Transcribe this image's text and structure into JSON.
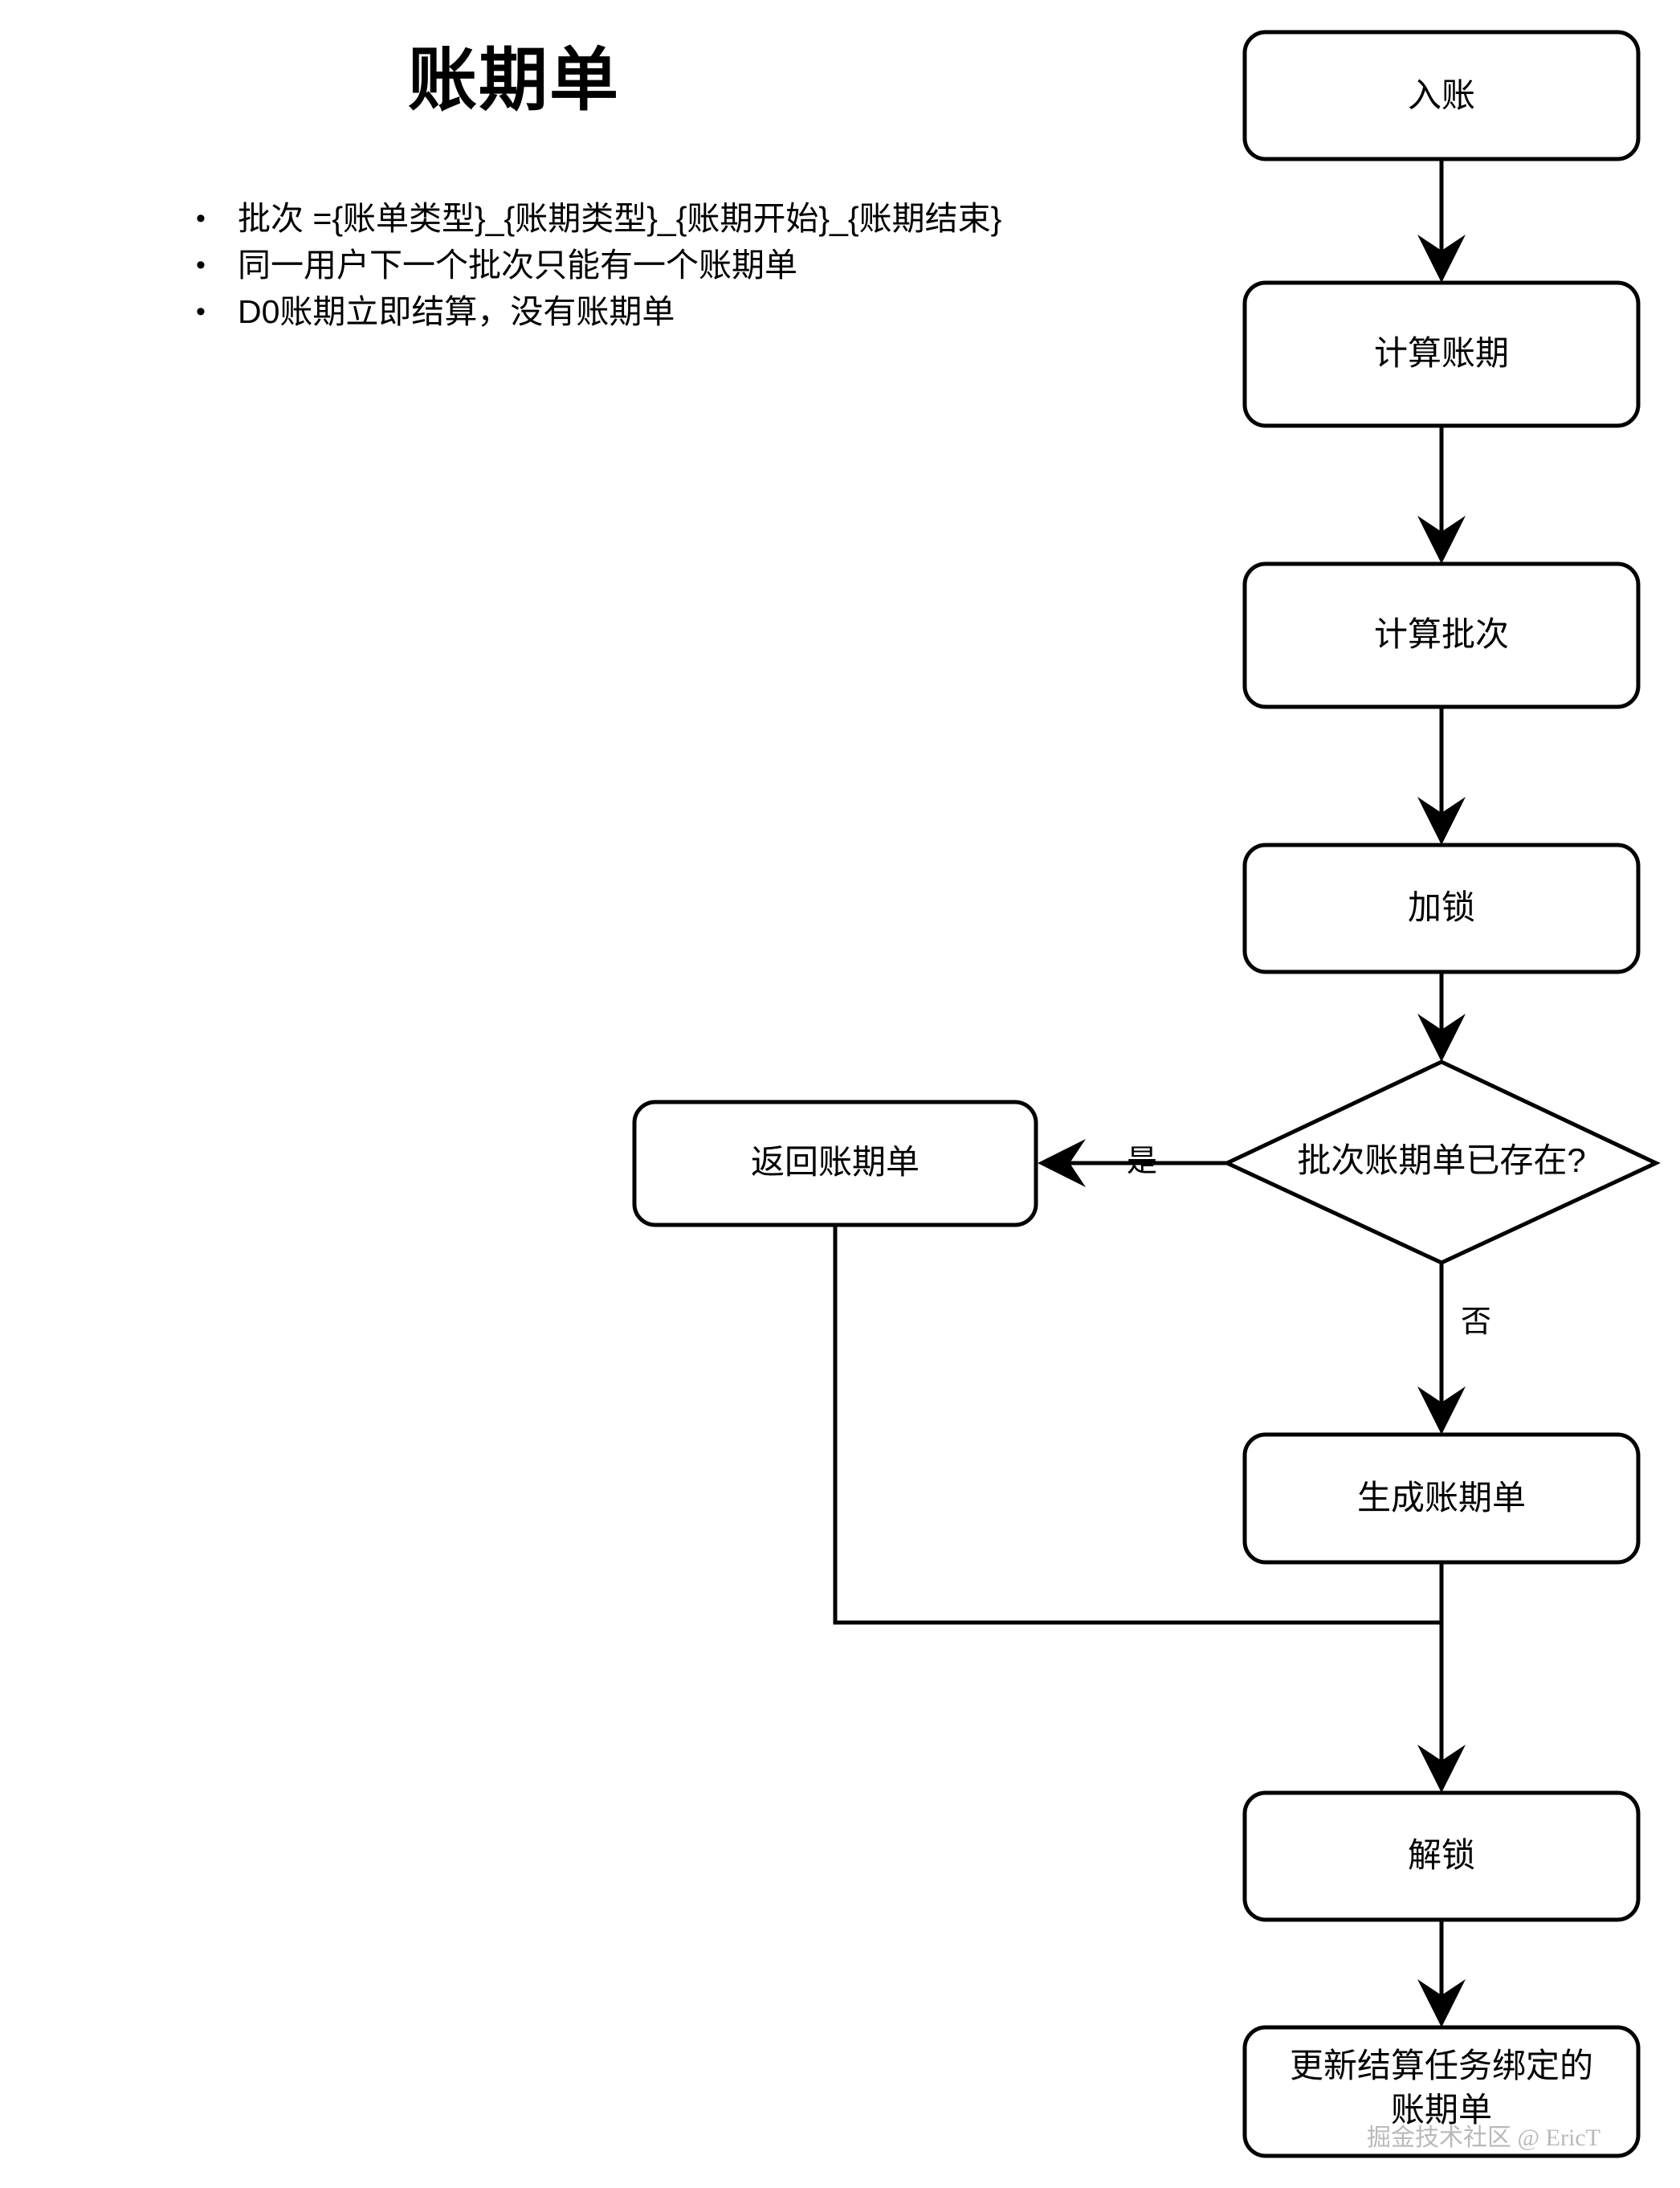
{
  "page": {
    "title": "账期单",
    "background_color": "#ffffff",
    "stroke_color": "#000000"
  },
  "notes": {
    "bullet_glyph": "•",
    "items": [
      "批次 ={账单类型}_{账期类型}_{账期开始}_{账期结束}",
      "同一用户下一个批次只能有一个账期单",
      "D0账期立即结算，没有账期单"
    ]
  },
  "flowchart": {
    "nodes": [
      {
        "id": "n1",
        "shape": "rounded-rect",
        "label": "入账"
      },
      {
        "id": "n2",
        "shape": "rounded-rect",
        "label": "计算账期"
      },
      {
        "id": "n3",
        "shape": "rounded-rect",
        "label": "计算批次"
      },
      {
        "id": "n4",
        "shape": "rounded-rect",
        "label": "加锁"
      },
      {
        "id": "d1",
        "shape": "diamond",
        "label": "批次账期单已存在?"
      },
      {
        "id": "n5",
        "shape": "rounded-rect",
        "label": "返回账期单"
      },
      {
        "id": "n6",
        "shape": "rounded-rect",
        "label": "生成账期单"
      },
      {
        "id": "n7",
        "shape": "rounded-rect",
        "label": "解锁"
      },
      {
        "id": "n8",
        "shape": "rounded-rect",
        "label_line1": "更新结算任务绑定的",
        "label_line2": "账期单"
      }
    ],
    "edges": [
      {
        "from": "n1",
        "to": "n2",
        "label": ""
      },
      {
        "from": "n2",
        "to": "n3",
        "label": ""
      },
      {
        "from": "n3",
        "to": "n4",
        "label": ""
      },
      {
        "from": "n4",
        "to": "d1",
        "label": ""
      },
      {
        "from": "d1",
        "to": "n5",
        "label": "是"
      },
      {
        "from": "d1",
        "to": "n6",
        "label": "否"
      },
      {
        "from": "n5",
        "to": "n7",
        "label": ""
      },
      {
        "from": "n6",
        "to": "n7",
        "label": ""
      },
      {
        "from": "n7",
        "to": "n8",
        "label": ""
      }
    ]
  },
  "watermark": {
    "text": "掘金技术社区 @ EricT"
  }
}
